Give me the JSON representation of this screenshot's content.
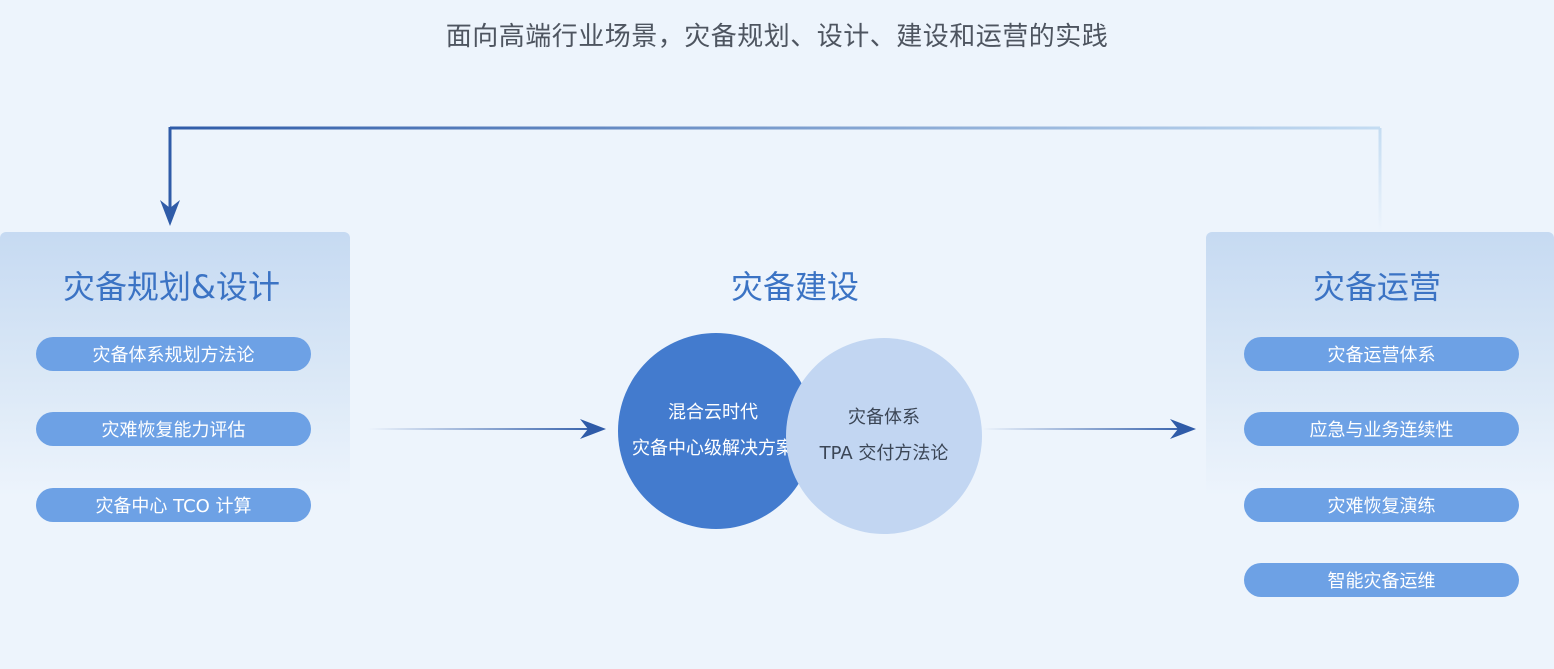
{
  "headline": "面向高端行业场景，灾备规划、设计、建设和运营的实践",
  "planning": {
    "title": "灾备规划&设计",
    "items": [
      "灾备体系规划方法论",
      "灾难恢复能力评估",
      "灾备中心 TCO 计算"
    ]
  },
  "construction": {
    "title": "灾备建设",
    "left_circle": {
      "line1": "混合云时代",
      "line2": "灾备中心级解决方案"
    },
    "right_circle": {
      "line1": "灾备体系",
      "line2": "TPA 交付方法论"
    }
  },
  "operations": {
    "title": "灾备运营",
    "items": [
      "灾备运营体系",
      "应急与业务连续性",
      "灾难恢复演练",
      "智能灾备运维"
    ]
  },
  "colors": {
    "background": "#edf4fc",
    "title_blue": "#3b73c4",
    "pill_blue": "#6da1e5",
    "circle_dark": "#437bce",
    "circle_light": "#c2d6f2",
    "arrow": "#2f5ba8"
  }
}
